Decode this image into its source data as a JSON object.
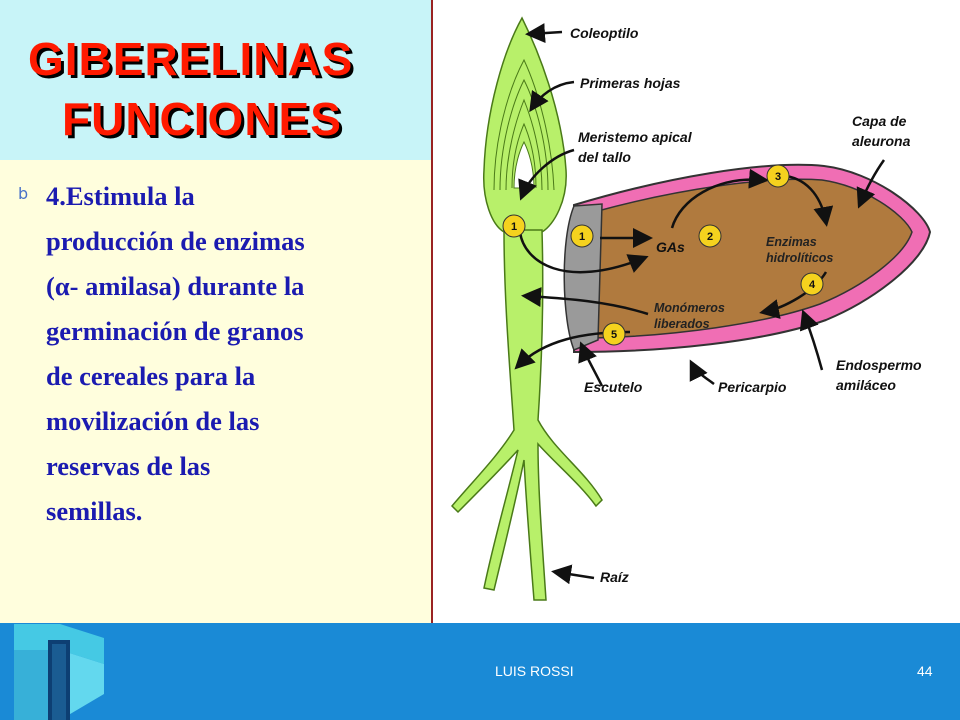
{
  "slide": {
    "title_line1": "GIBERELINAS",
    "title_line2": "FUNCIONES",
    "bullet_char": "b",
    "body_lines": [
      "4.Estimula la",
      "producción de enzimas",
      "(α- amilasa) durante la",
      "germinación de granos",
      "de cereales para la",
      "movilización de las",
      "reservas de las",
      "semillas."
    ]
  },
  "diagram": {
    "labels": {
      "coleoptilo": "Coleoptilo",
      "primeras_hojas": "Primeras hojas",
      "meristemo_line1": "Meristemo apical",
      "meristemo_line2": "del tallo",
      "capa_line1": "Capa de",
      "capa_line2": "aleurona",
      "gas": "GAs",
      "enzimas_line1": "Enzimas",
      "enzimas_line2": "hidrolíticos",
      "monomeros_line1": "Monómeros",
      "monomeros_line2": "liberados",
      "escutelo": "Escutelo",
      "pericarpio": "Pericarpio",
      "endospermo_line1": "Endospermo",
      "endospermo_line2": "amiláceo",
      "raiz": "Raíz"
    },
    "steps": [
      "1",
      "1",
      "2",
      "3",
      "4",
      "5"
    ]
  },
  "footer": {
    "author": "LUIS ROSSI",
    "page_number": "44"
  },
  "colors": {
    "title_red": "#ff1a00",
    "body_blue": "#1b1bb0",
    "title_bg": "#c8f4f8",
    "text_bg": "#fffedd",
    "footer_blue": "#1a8ad6",
    "plant_green": "#b8f06a",
    "endosperm_brown": "#b07a3e",
    "aleurone_pink": "#f06eb4",
    "marker_yellow": "#f5d21e"
  }
}
